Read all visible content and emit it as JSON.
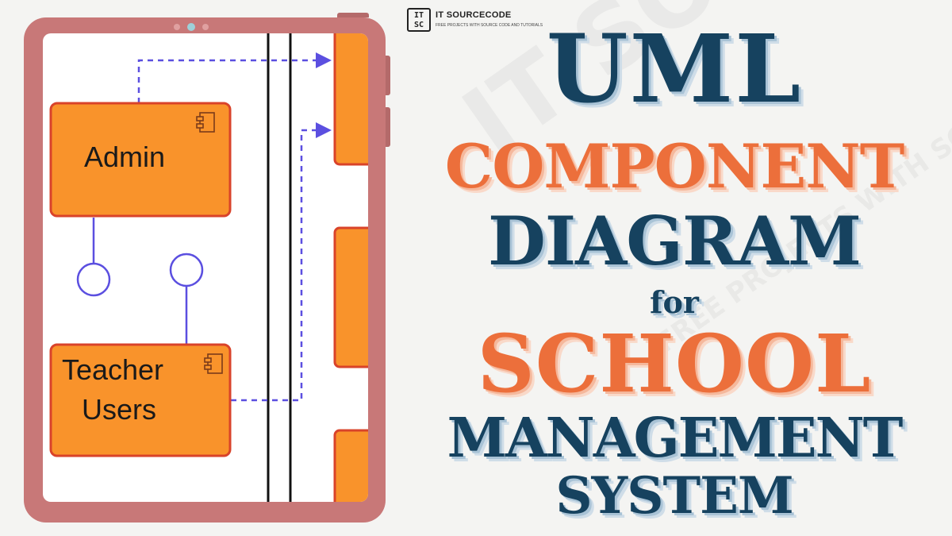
{
  "brand": {
    "box_text": "IT SC",
    "name": "IT SOURCECODE",
    "tagline": "FREE PROJECTS WITH SOURCE CODE AND TUTORIALS"
  },
  "watermark": {
    "big": "IT SOURCECODE",
    "small": "FREE PROJECTS WITH SOURCE CODE AND TUTORIALS"
  },
  "title": {
    "line1": "UML",
    "line2": "COMPONENT",
    "line3": "DIAGRAM",
    "line4": "for",
    "line5": "SCHOOL",
    "line6": "MANAGEMENT",
    "line7": "SYSTEM"
  },
  "diagram": {
    "components": [
      {
        "id": "admin",
        "label": "Admin"
      },
      {
        "id": "teacher",
        "label": "Teacher\nUsers"
      }
    ]
  },
  "colors": {
    "navy": "#16425f",
    "orange": "#ec6f3b",
    "component_fill": "#f9932b",
    "component_border": "#d9432a",
    "connector": "#5b4fe0",
    "tablet_frame": "#c87878"
  }
}
